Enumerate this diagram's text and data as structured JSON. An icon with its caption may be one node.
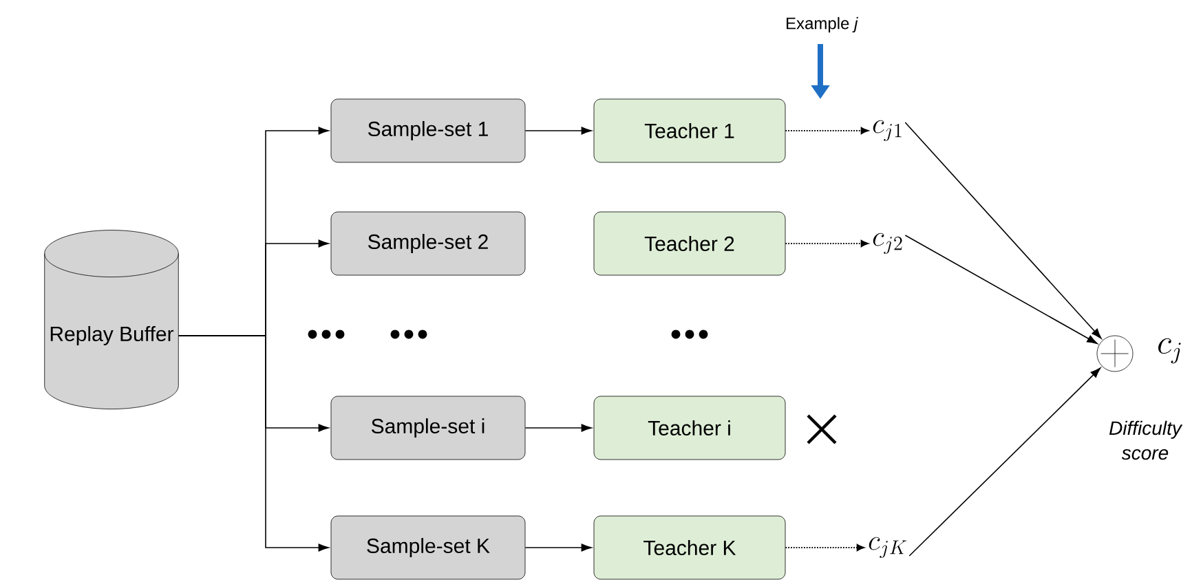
{
  "diagram": {
    "nodes": [
      {
        "text": [
          "Replay Buffer"
        ]
      },
      {
        "text": [
          "Sample-set 1"
        ]
      },
      {
        "text": [
          "Sample-set 2"
        ]
      },
      {
        "text": [
          "Sample-set i"
        ]
      },
      {
        "text": [
          "Sample-set K"
        ]
      },
      {
        "text": [
          "Teacher 1"
        ]
      },
      {
        "text": [
          "Teacher 2"
        ]
      },
      {
        "text": [
          "Teacher i"
        ]
      },
      {
        "text": [
          "Teacher K"
        ]
      },
      {
        "text": [
          "c_{j1}"
        ]
      },
      {
        "text": [
          "c_{j2}"
        ]
      },
      {
        "text": [
          "c_{jK}"
        ]
      },
      {
        "text": [],
        "shape": "circle",
        "beside": [
          "c_j",
          "Difficulty score"
        ]
      },
      {
        "text": [
          "Example *j*"
        ]
      }
    ],
    "edges": [
      {
        "from": 0,
        "to": 1,
        "arrow": "to"
      },
      {
        "from": 0,
        "to": 2,
        "arrow": "to"
      },
      {
        "from": 0,
        "to": 3,
        "arrow": "to"
      },
      {
        "from": 0,
        "to": 4,
        "arrow": "to"
      },
      {
        "from": 1,
        "to": 5,
        "arrow": "to"
      },
      {
        "from": 3,
        "to": 7,
        "arrow": "to"
      },
      {
        "from": 4,
        "to": 8,
        "arrow": "to"
      },
      {
        "from": 5,
        "to": 9,
        "arrow": "to",
        "style": "dashed"
      },
      {
        "from": 6,
        "to": 10,
        "arrow": "to",
        "style": "dashed"
      },
      {
        "from": 8,
        "to": 11,
        "arrow": "to",
        "style": "dashed"
      },
      {
        "from": 9,
        "to": 12,
        "arrow": "to"
      },
      {
        "from": 10,
        "to": 12,
        "arrow": "to"
      },
      {
        "from": 11,
        "to": 12,
        "arrow": "to"
      },
      {
        "from": 13,
        "to": null,
        "arrow": "to",
        "style": "thick",
        "color": "#1f6fc5"
      }
    ]
  }
}
